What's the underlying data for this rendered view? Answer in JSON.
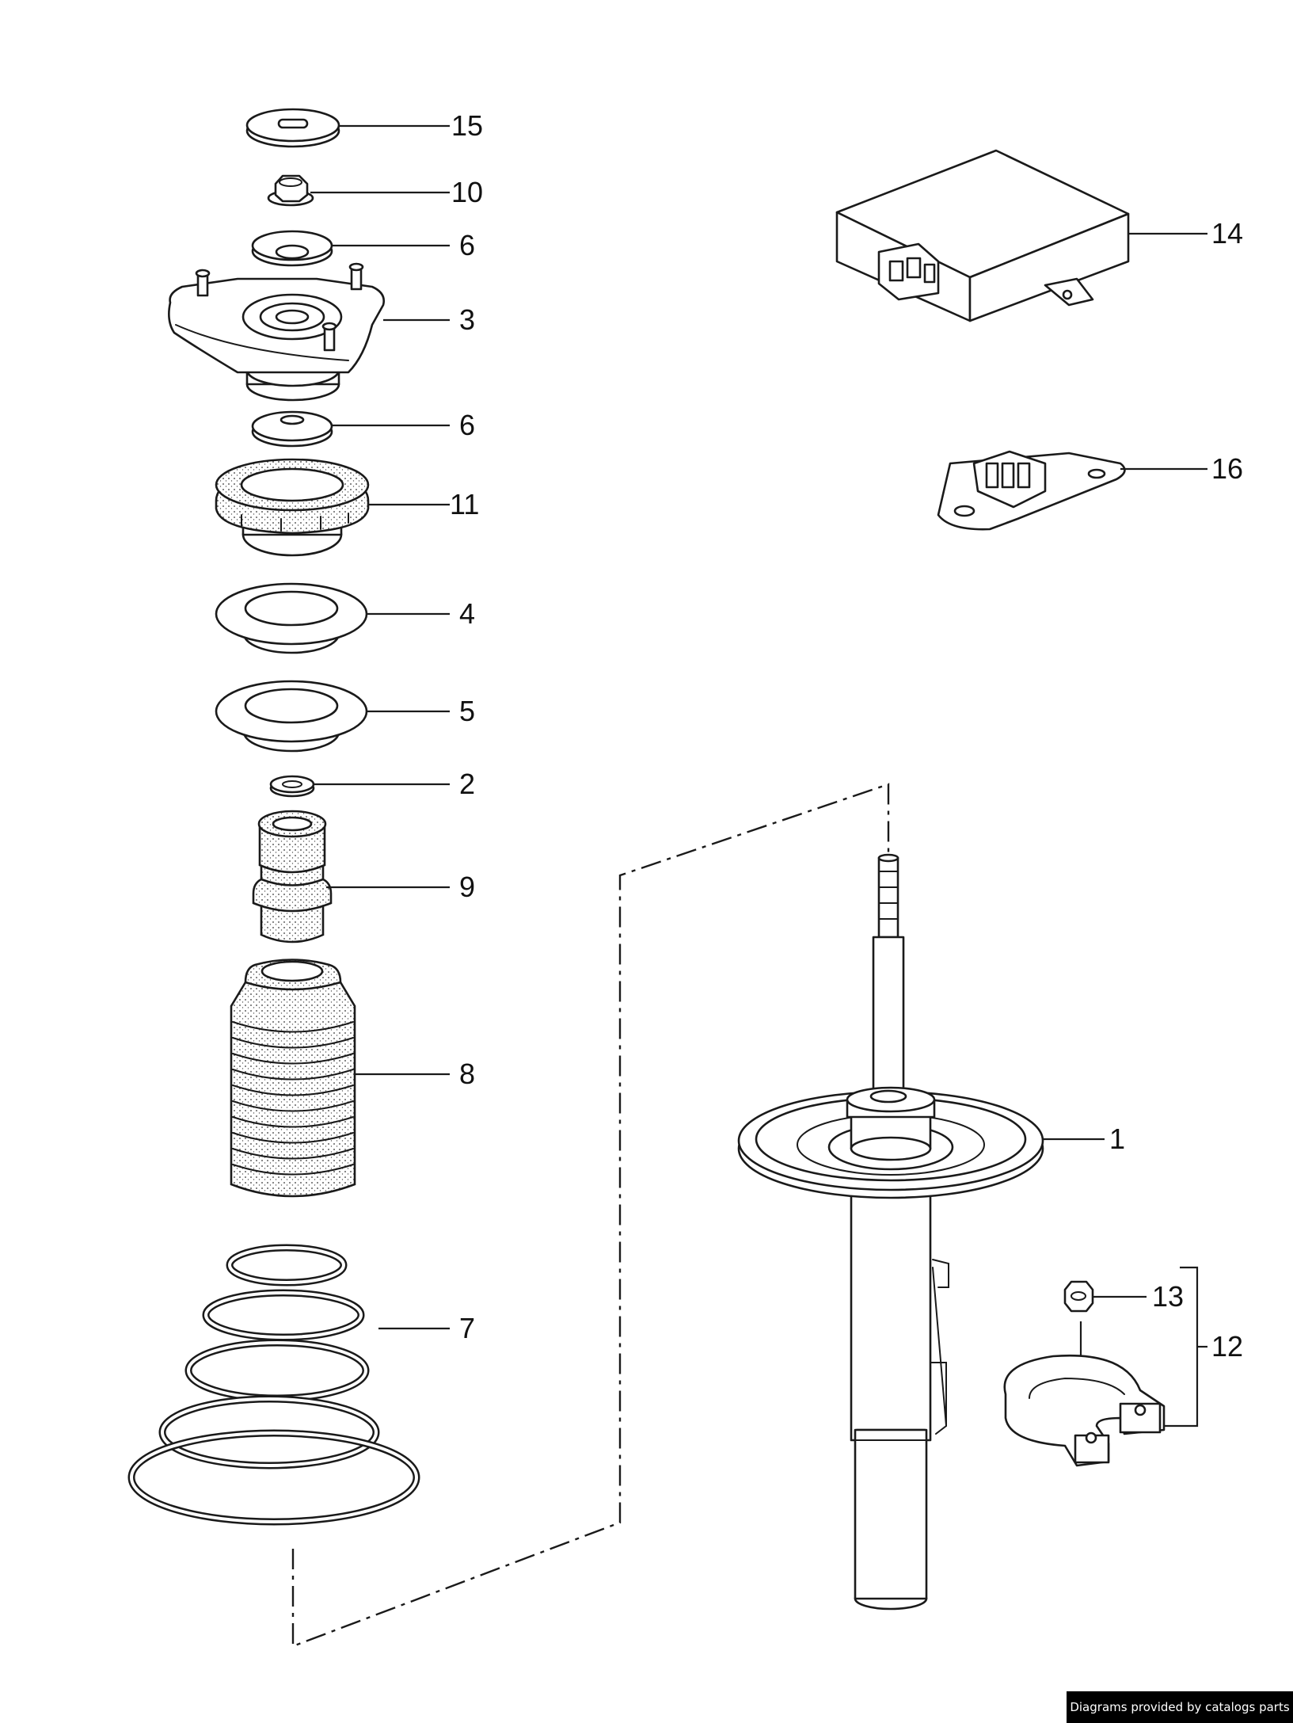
{
  "callouts": [
    {
      "id": "15",
      "label": "15"
    },
    {
      "id": "10",
      "label": "10"
    },
    {
      "id": "6a",
      "label": "6"
    },
    {
      "id": "3",
      "label": "3"
    },
    {
      "id": "6b",
      "label": "6"
    },
    {
      "id": "11",
      "label": "11"
    },
    {
      "id": "4",
      "label": "4"
    },
    {
      "id": "5",
      "label": "5"
    },
    {
      "id": "2",
      "label": "2"
    },
    {
      "id": "9",
      "label": "9"
    },
    {
      "id": "8",
      "label": "8"
    },
    {
      "id": "7",
      "label": "7"
    },
    {
      "id": "14",
      "label": "14"
    },
    {
      "id": "16",
      "label": "16"
    },
    {
      "id": "1",
      "label": "1"
    },
    {
      "id": "13",
      "label": "13"
    },
    {
      "id": "12",
      "label": "12"
    }
  ],
  "credit": "Diagrams provided by catalogs parts",
  "colors": {
    "line": "#1a1a1a",
    "background": "#ffffff",
    "credit_bg": "#000000",
    "credit_text": "#ffffff"
  }
}
